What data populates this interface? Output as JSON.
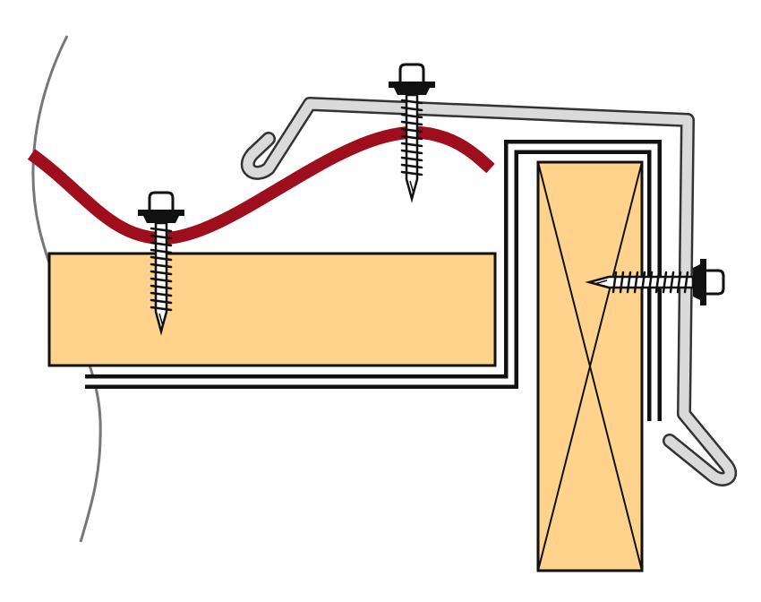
{
  "diagram": {
    "colors": {
      "wood": "#FFD38C",
      "roof_sheet": "#9E0E1C",
      "flashing": "#DADADA",
      "outline": "#111111",
      "cut_line": "#777777"
    },
    "components": [
      "cut-line",
      "roof-batten",
      "wall-flashing-channel",
      "fascia-post",
      "end-flashing",
      "corrugated-roof-sheet",
      "roofing-screw"
    ]
  }
}
